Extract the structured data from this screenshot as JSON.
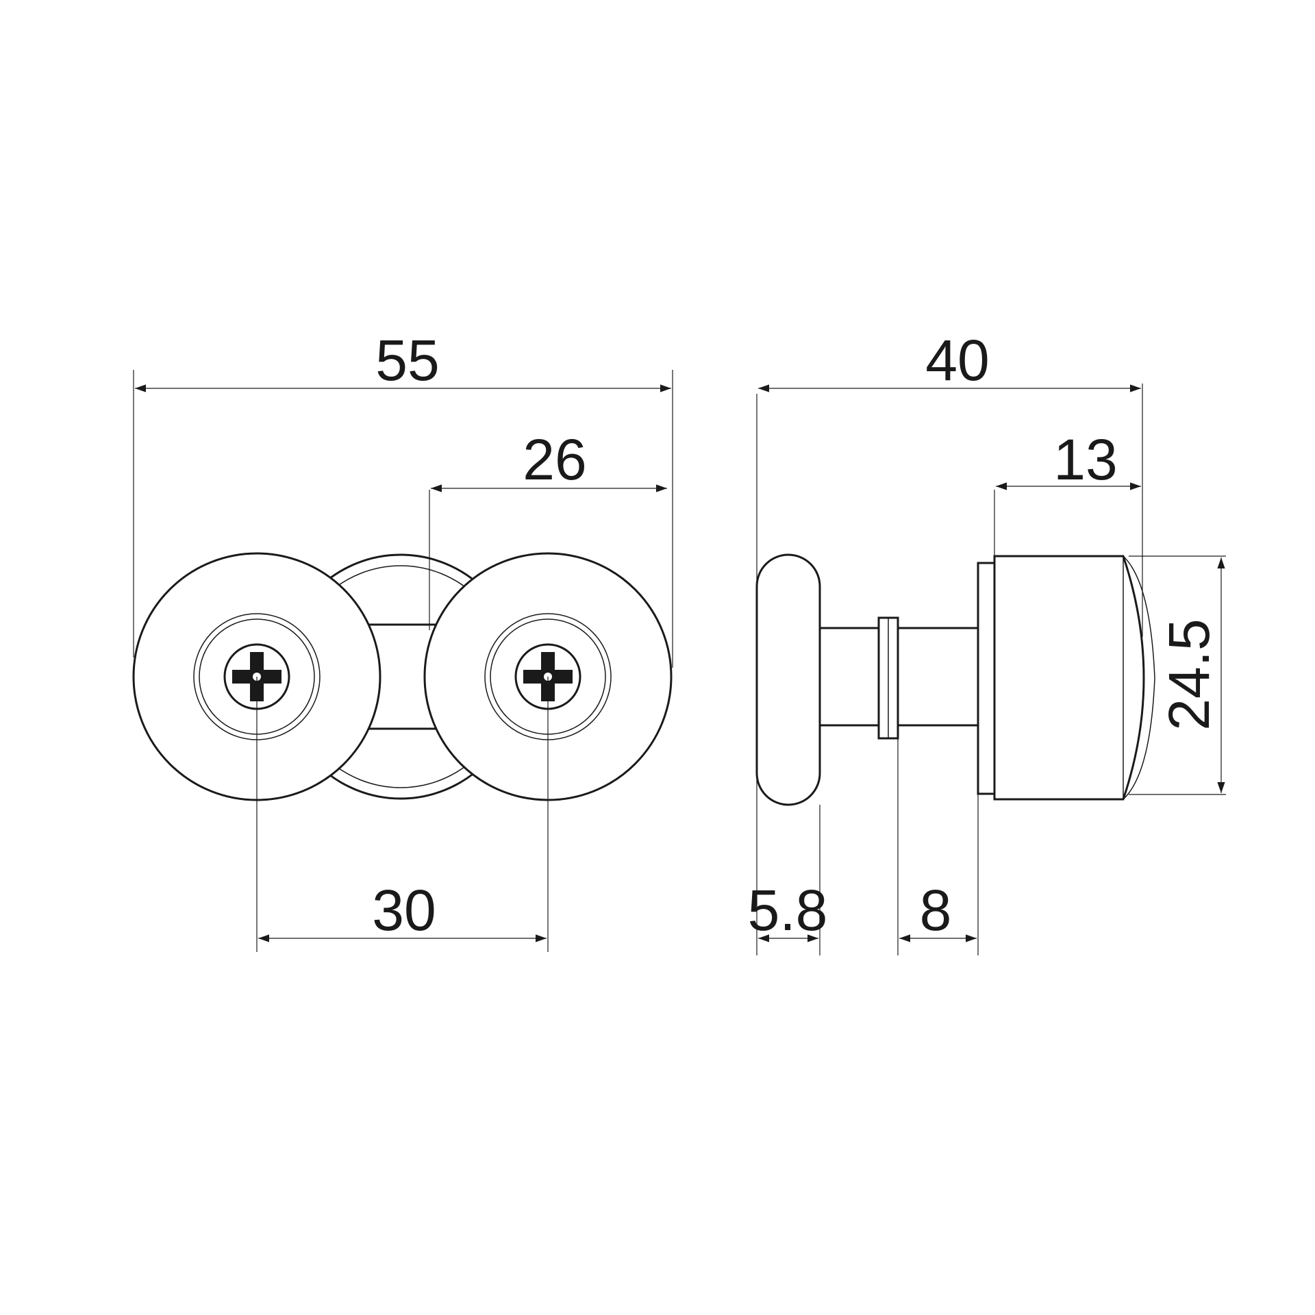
{
  "dimensions": {
    "overall_width": "55",
    "roller_offset": "26",
    "axle_spacing": "30",
    "overall_depth": "40",
    "body_length": "13",
    "body_diameter": "24.5",
    "wheel_thickness": "5.8",
    "shaft_length": "8"
  },
  "colors": {
    "line": "#1a1a1a",
    "background": "#ffffff"
  },
  "icons": {
    "screw_head": "phillips-screw-icon"
  }
}
